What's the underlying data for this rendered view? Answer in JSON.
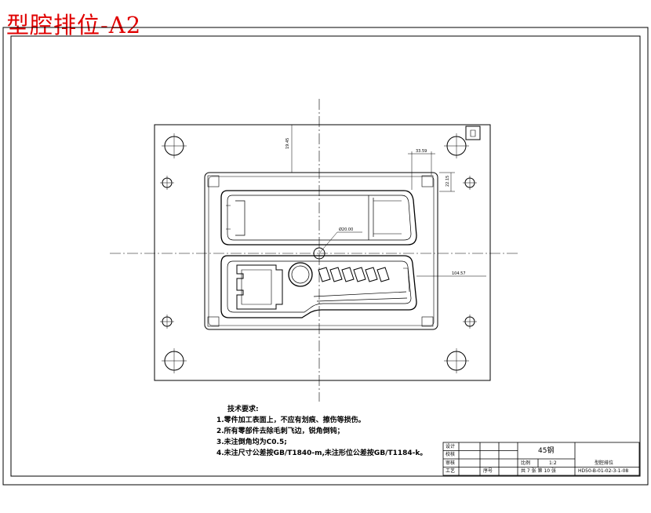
{
  "page_title": "型腔排位-A2",
  "dimensions": {
    "d1": "19.45",
    "d2": "33.59",
    "d3": "22.15",
    "d4": "Ø20.00",
    "d5": "104.57"
  },
  "notes": {
    "heading": "技术要求:",
    "items": [
      "1.零件加工表面上，不应有划痕、擦伤等损伤。",
      "2.所有零部件去除毛刺飞边，锐角倒钝；",
      "3.未注倒角均为C0.5;",
      "4.未注尺寸公差按GB/T1840-m,未注形位公差按GB/T1184-k。"
    ]
  },
  "title_block": {
    "rows": [
      "设计",
      "校核",
      "审核",
      "工艺"
    ],
    "index_label": "序号",
    "material": "45钢",
    "scale_label": "比例",
    "scale": "1:2",
    "sheets": "共 7 张  第 10 张",
    "drawing_name": "型腔排位",
    "drawing_no": "HD50-B-01-02-3-1-08"
  }
}
